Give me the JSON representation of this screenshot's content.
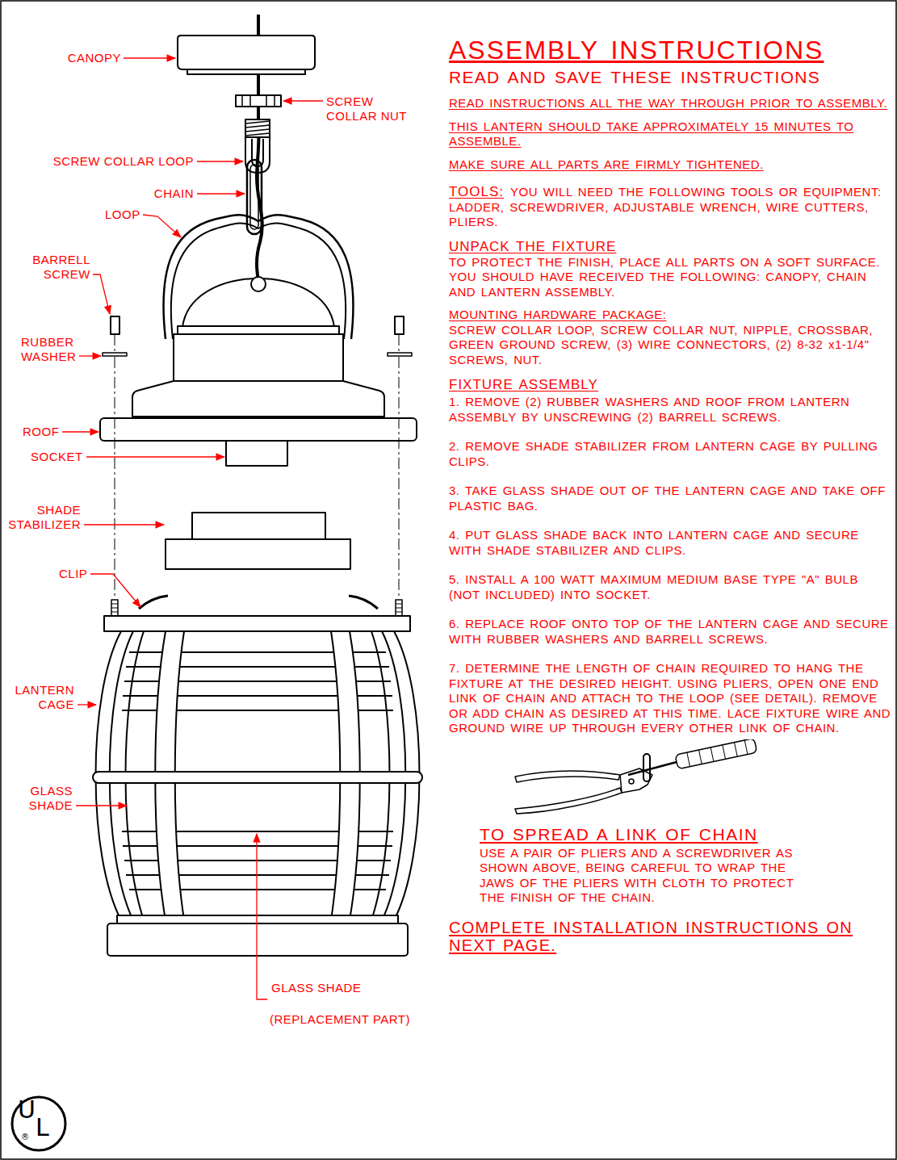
{
  "diagram": {
    "title": "ASSEMBLY INSTRUCTIONS",
    "labels": [
      "CANOPY",
      "SCREW COLLAR NUT",
      "SCREW COLLAR LOOP",
      "CHAIN",
      "LOOP",
      "BARRELL SCREW",
      "RUBBER WASHER",
      "ROOF",
      "SOCKET",
      "SHADE STABILIZER",
      "CLIP",
      "LANTERN CAGE",
      "GLASS SHADE",
      "GLASS SHADE",
      "(REPLACEMENT PART)",
      "READ AND SAVE THESE INSTRUCTIONS",
      "READ INSTRUCTIONS ALL THE WAY THROUGH PRIOR TO ASSEMBLY.",
      "THIS LANTERN SHOULD TAKE APPROXIMATELY 15 MINUTES TO ASSEMBLE.",
      "MAKE SURE ALL PARTS ARE FIRMLY TIGHTENED.",
      "TOOLS:",
      "YOU WILL NEED THE FOLLOWING TOOLS OR EQUIPMENT: LADDER, SCREWDRIVER, ADJUSTABLE WRENCH, WIRE CUTTERS, PLIERS.",
      "UNPACK THE FIXTURE",
      "TO PROTECT THE FINISH, PLACE ALL PARTS ON A SOFT SURFACE. YOU SHOULD HAVE RECEIVED THE FOLLOWING: CANOPY, CHAIN AND LANTERN ASSEMBLY.",
      "MOUNTING HARDWARE PACKAGE:",
      "SCREW COLLAR LOOP, SCREW COLLAR NUT, NIPPLE, CROSSBAR, GREEN GROUND SCREW, (3) WIRE CONNECTORS, (2) 8-32 x1-1/4\" SCREWS, NUT.",
      "FIXTURE ASSEMBLY",
      "1. REMOVE (2) RUBBER WASHERS AND ROOF FROM LANTERN ASSEMBLY BY UNSCREWING (2) BARRELL SCREWS.",
      "2. REMOVE SHADE STABILIZER FROM LANTERN CAGE BY PULLING CLIPS.",
      "3. TAKE GLASS SHADE OUT OF THE LANTERN CAGE AND TAKE OFF PLASTIC BAG.",
      "4. PUT GLASS SHADE BACK INTO LANTERN CAGE AND SECURE WITH SHADE STABILIZER AND CLIPS.",
      "5. INSTALL A 100 WATT MAXIMUM MEDIUM BASE TYPE \"A\" BULB (NOT INCLUDED) INTO SOCKET.",
      "6. REPLACE ROOF ONTO TOP OF THE LANTERN CAGE AND SECURE WITH RUBBER WASHERS AND BARRELL SCREWS.",
      "7. DETERMINE THE LENGTH OF CHAIN REQUIRED TO HANG THE FIXTURE AT THE DESIRED HEIGHT. USING PLIERS, OPEN ONE END LINK OF CHAIN AND ATTACH TO THE LOOP (SEE DETAIL). REMOVE OR ADD CHAIN AS DESIRED AT THIS TIME. LACE FIXTURE WIRE AND GROUND WIRE UP THROUGH EVERY OTHER LINK OF CHAIN.",
      "TO SPREAD A LINK OF CHAIN",
      "USE A PAIR OF PLIERS AND A SCREWDRIVER AS SHOWN ABOVE, BEING CAREFUL TO WRAP THE JAWS OF THE PLIERS WITH CLOTH TO PROTECT THE FINISH OF THE CHAIN.",
      "COMPLETE INSTALLATION INSTRUCTIONS ON NEXT PAGE.",
      "U",
      "L",
      "®"
    ]
  }
}
